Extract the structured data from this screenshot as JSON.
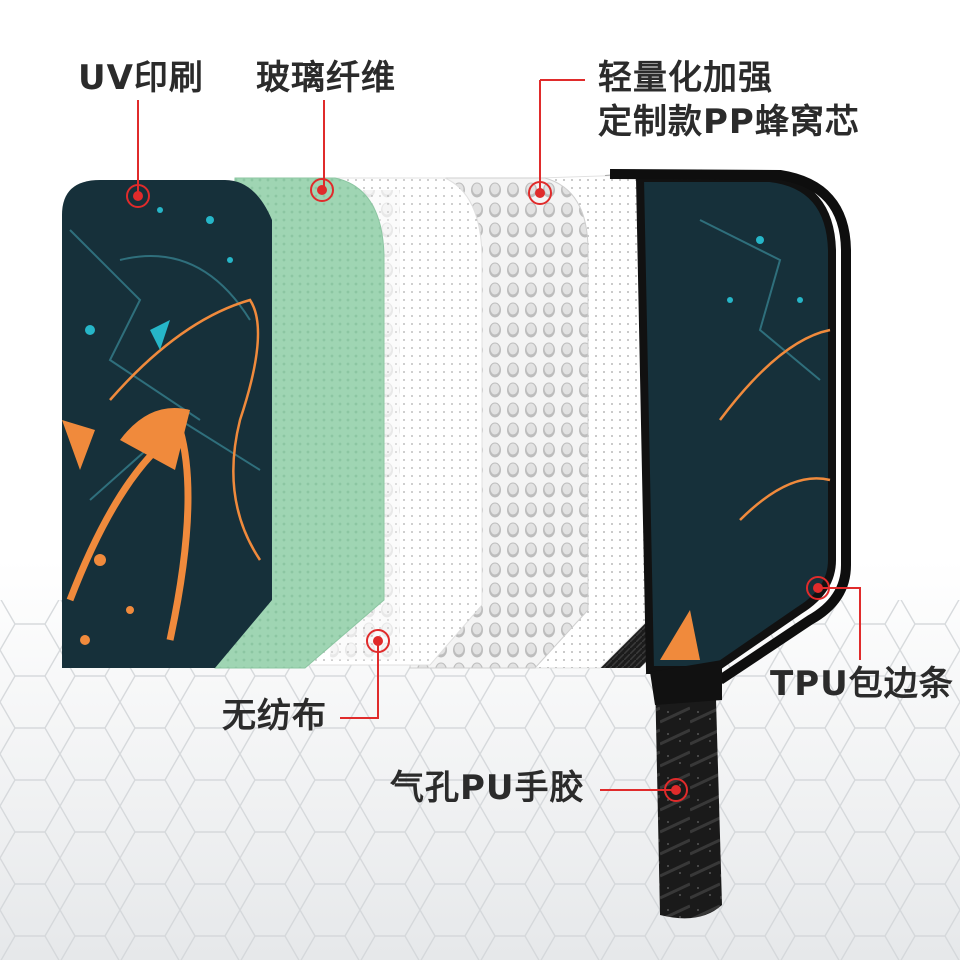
{
  "callouts": {
    "uv_print": "UV印刷",
    "glass_fiber": "玻璃纤维",
    "core_line1": "轻量化加强",
    "core_line2": "定制款PP蜂窝芯",
    "nonwoven": "无纺布",
    "edge_guard": "TPU包边条",
    "grip": "气孔PU手胶"
  },
  "colors": {
    "accent_red": "#e02b2b",
    "text": "#2b2b2b",
    "paddle_face": "#16303a",
    "glass_fiber": "#9fd5b3",
    "carbon": "#1b1b1b",
    "splash_orange": "#f08a3c",
    "splash_cyan": "#26b6c8"
  },
  "layers": [
    "uv-print-face",
    "glass-fiber-layer",
    "nonwoven-layer",
    "honeycomb-core",
    "nonwoven-layer-2",
    "carbon-layer",
    "assembled-paddle"
  ]
}
